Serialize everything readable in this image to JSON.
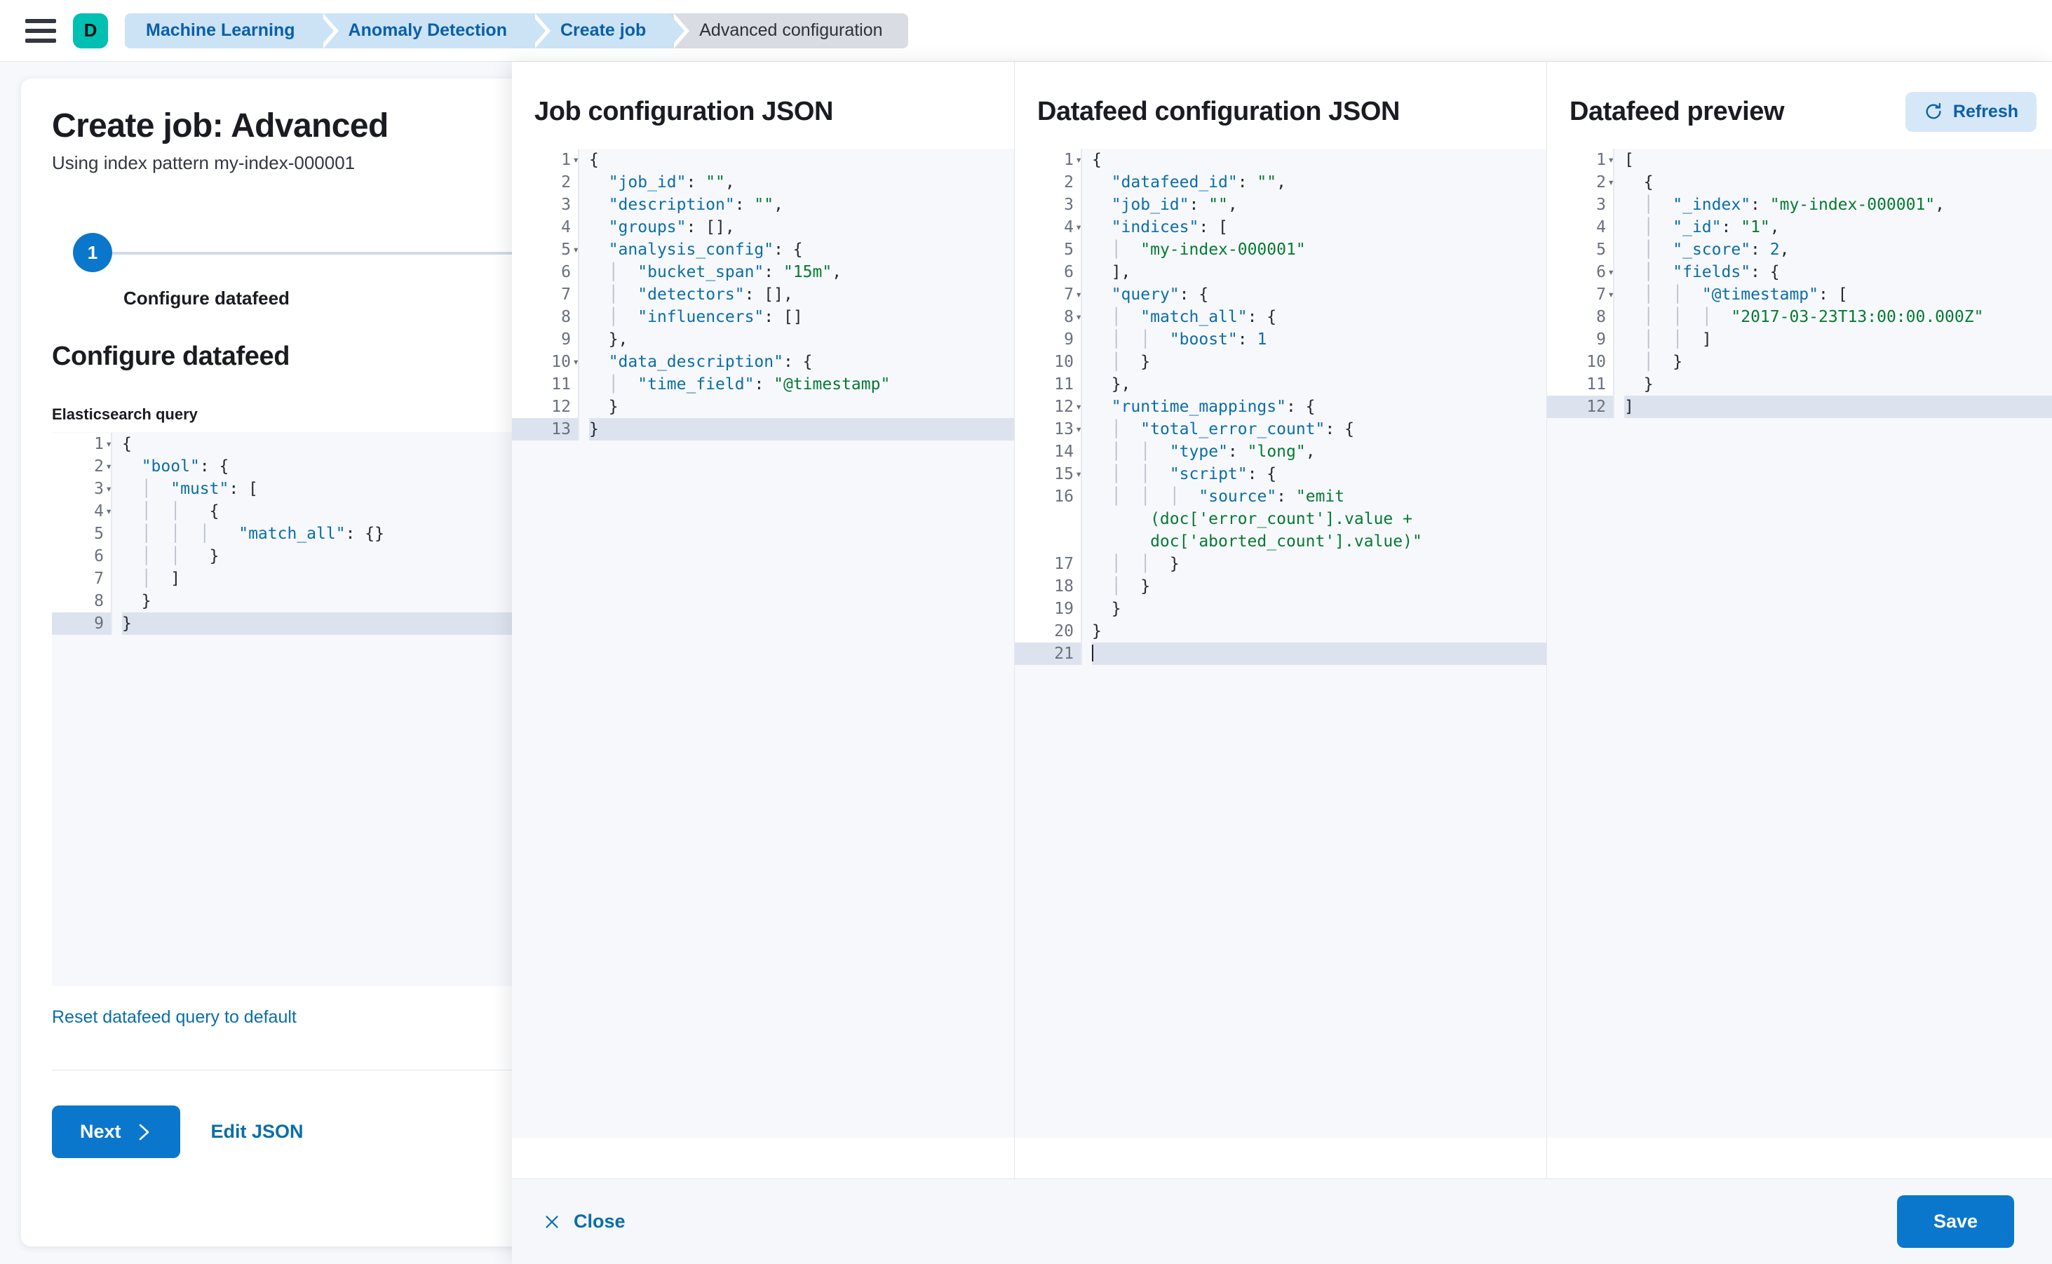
{
  "chrome": {
    "menu_icon": "hamburger-icon",
    "logo_letter": "D",
    "breadcrumbs": [
      {
        "label": "Machine Learning",
        "active": false
      },
      {
        "label": "Anomaly Detection",
        "active": false
      },
      {
        "label": "Create job",
        "active": false
      },
      {
        "label": "Advanced configuration",
        "active": true
      }
    ]
  },
  "page": {
    "title": "Create job: Advanced",
    "subtitle": "Using index pattern my-index-000001",
    "step_number": "1",
    "step_label": "Configure datafeed",
    "section_title": "Configure datafeed",
    "query_label": "Elasticsearch query",
    "reset_link": "Reset datafeed query to default",
    "next_label": "Next",
    "next_icon": "chevron-right-icon",
    "edit_json_label": "Edit JSON"
  },
  "flyout": {
    "close_label": "Close",
    "close_icon": "close-icon",
    "save_label": "Save",
    "panes": [
      {
        "title": "Job configuration JSON"
      },
      {
        "title": "Datafeed configuration JSON"
      },
      {
        "title": "Datafeed preview",
        "action_label": "Refresh",
        "action_icon": "refresh-icon"
      }
    ]
  },
  "editors": {
    "query": {
      "highlight_line": 9,
      "lines": [
        {
          "n": 1,
          "fold": true,
          "text": "{"
        },
        {
          "n": 2,
          "fold": true,
          "text": "  \"bool\": {"
        },
        {
          "n": 3,
          "fold": true,
          "text": "  |  \"must\": ["
        },
        {
          "n": 4,
          "fold": true,
          "text": "  |  |   {"
        },
        {
          "n": 5,
          "fold": false,
          "text": "  |  |  |   \"match_all\": {}"
        },
        {
          "n": 6,
          "fold": false,
          "text": "  |  |   }"
        },
        {
          "n": 7,
          "fold": false,
          "text": "  |  ]"
        },
        {
          "n": 8,
          "fold": false,
          "text": "  }"
        },
        {
          "n": 9,
          "fold": false,
          "text": "}"
        }
      ]
    },
    "job_config": {
      "highlight_line": 13,
      "lines": [
        {
          "n": 1,
          "fold": true,
          "text": "{"
        },
        {
          "n": 2,
          "fold": false,
          "text": "  \"job_id\": \"\","
        },
        {
          "n": 3,
          "fold": false,
          "text": "  \"description\": \"\","
        },
        {
          "n": 4,
          "fold": false,
          "text": "  \"groups\": [],"
        },
        {
          "n": 5,
          "fold": true,
          "text": "  \"analysis_config\": {"
        },
        {
          "n": 6,
          "fold": false,
          "text": "  |  \"bucket_span\": \"15m\","
        },
        {
          "n": 7,
          "fold": false,
          "text": "  |  \"detectors\": [],"
        },
        {
          "n": 8,
          "fold": false,
          "text": "  |  \"influencers\": []"
        },
        {
          "n": 9,
          "fold": false,
          "text": "  },"
        },
        {
          "n": 10,
          "fold": true,
          "text": "  \"data_description\": {"
        },
        {
          "n": 11,
          "fold": false,
          "text": "  |  \"time_field\": \"@timestamp\""
        },
        {
          "n": 12,
          "fold": false,
          "text": "  }"
        },
        {
          "n": 13,
          "fold": false,
          "text": "}"
        }
      ]
    },
    "datafeed_config": {
      "highlight_line": 21,
      "lines": [
        {
          "n": 1,
          "fold": true,
          "text": "{"
        },
        {
          "n": 2,
          "fold": false,
          "text": "  \"datafeed_id\": \"\","
        },
        {
          "n": 3,
          "fold": false,
          "text": "  \"job_id\": \"\","
        },
        {
          "n": 4,
          "fold": true,
          "text": "  \"indices\": ["
        },
        {
          "n": 5,
          "fold": false,
          "text": "  |  \"my-index-000001\""
        },
        {
          "n": 6,
          "fold": false,
          "text": "  ],"
        },
        {
          "n": 7,
          "fold": true,
          "text": "  \"query\": {"
        },
        {
          "n": 8,
          "fold": true,
          "text": "  |  \"match_all\": {"
        },
        {
          "n": 9,
          "fold": false,
          "text": "  |  |  \"boost\": 1"
        },
        {
          "n": 10,
          "fold": false,
          "text": "  |  }"
        },
        {
          "n": 11,
          "fold": false,
          "text": "  },"
        },
        {
          "n": 12,
          "fold": true,
          "text": "  \"runtime_mappings\": {"
        },
        {
          "n": 13,
          "fold": true,
          "text": "  |  \"total_error_count\": {"
        },
        {
          "n": 14,
          "fold": false,
          "text": "  |  |  \"type\": \"long\","
        },
        {
          "n": 15,
          "fold": true,
          "text": "  |  |  \"script\": {"
        },
        {
          "n": 16,
          "fold": false,
          "wrap": true,
          "text": "  |  |  |  \"source\": \"emit",
          "wrap_lines": [
            "      (doc['error_count'].value +",
            "      doc['aborted_count'].value)\""
          ]
        },
        {
          "n": 17,
          "fold": false,
          "text": "  |  |  }"
        },
        {
          "n": 18,
          "fold": false,
          "text": "  |  }"
        },
        {
          "n": 19,
          "fold": false,
          "text": "  }"
        },
        {
          "n": 20,
          "fold": false,
          "text": "}"
        },
        {
          "n": 21,
          "fold": false,
          "text": "",
          "caret": true
        }
      ]
    },
    "preview": {
      "highlight_line": 12,
      "lines": [
        {
          "n": 1,
          "fold": true,
          "text": "["
        },
        {
          "n": 2,
          "fold": true,
          "text": "  {"
        },
        {
          "n": 3,
          "fold": false,
          "text": "  |  \"_index\": \"my-index-000001\","
        },
        {
          "n": 4,
          "fold": false,
          "text": "  |  \"_id\": \"1\","
        },
        {
          "n": 5,
          "fold": false,
          "text": "  |  \"_score\": 2,"
        },
        {
          "n": 6,
          "fold": true,
          "text": "  |  \"fields\": {"
        },
        {
          "n": 7,
          "fold": true,
          "text": "  |  |  \"@timestamp\": ["
        },
        {
          "n": 8,
          "fold": false,
          "text": "  |  |  |  \"2017-03-23T13:00:00.000Z\""
        },
        {
          "n": 9,
          "fold": false,
          "text": "  |  |  ]"
        },
        {
          "n": 10,
          "fold": false,
          "text": "  |  }"
        },
        {
          "n": 11,
          "fold": false,
          "text": "  }"
        },
        {
          "n": 12,
          "fold": false,
          "text": "]"
        }
      ]
    }
  },
  "colors": {
    "brand": "#00bfb3",
    "primary": "#0b77cc",
    "link": "#0a6ea8",
    "string": "#057a32",
    "key": "#0a6ea8"
  }
}
